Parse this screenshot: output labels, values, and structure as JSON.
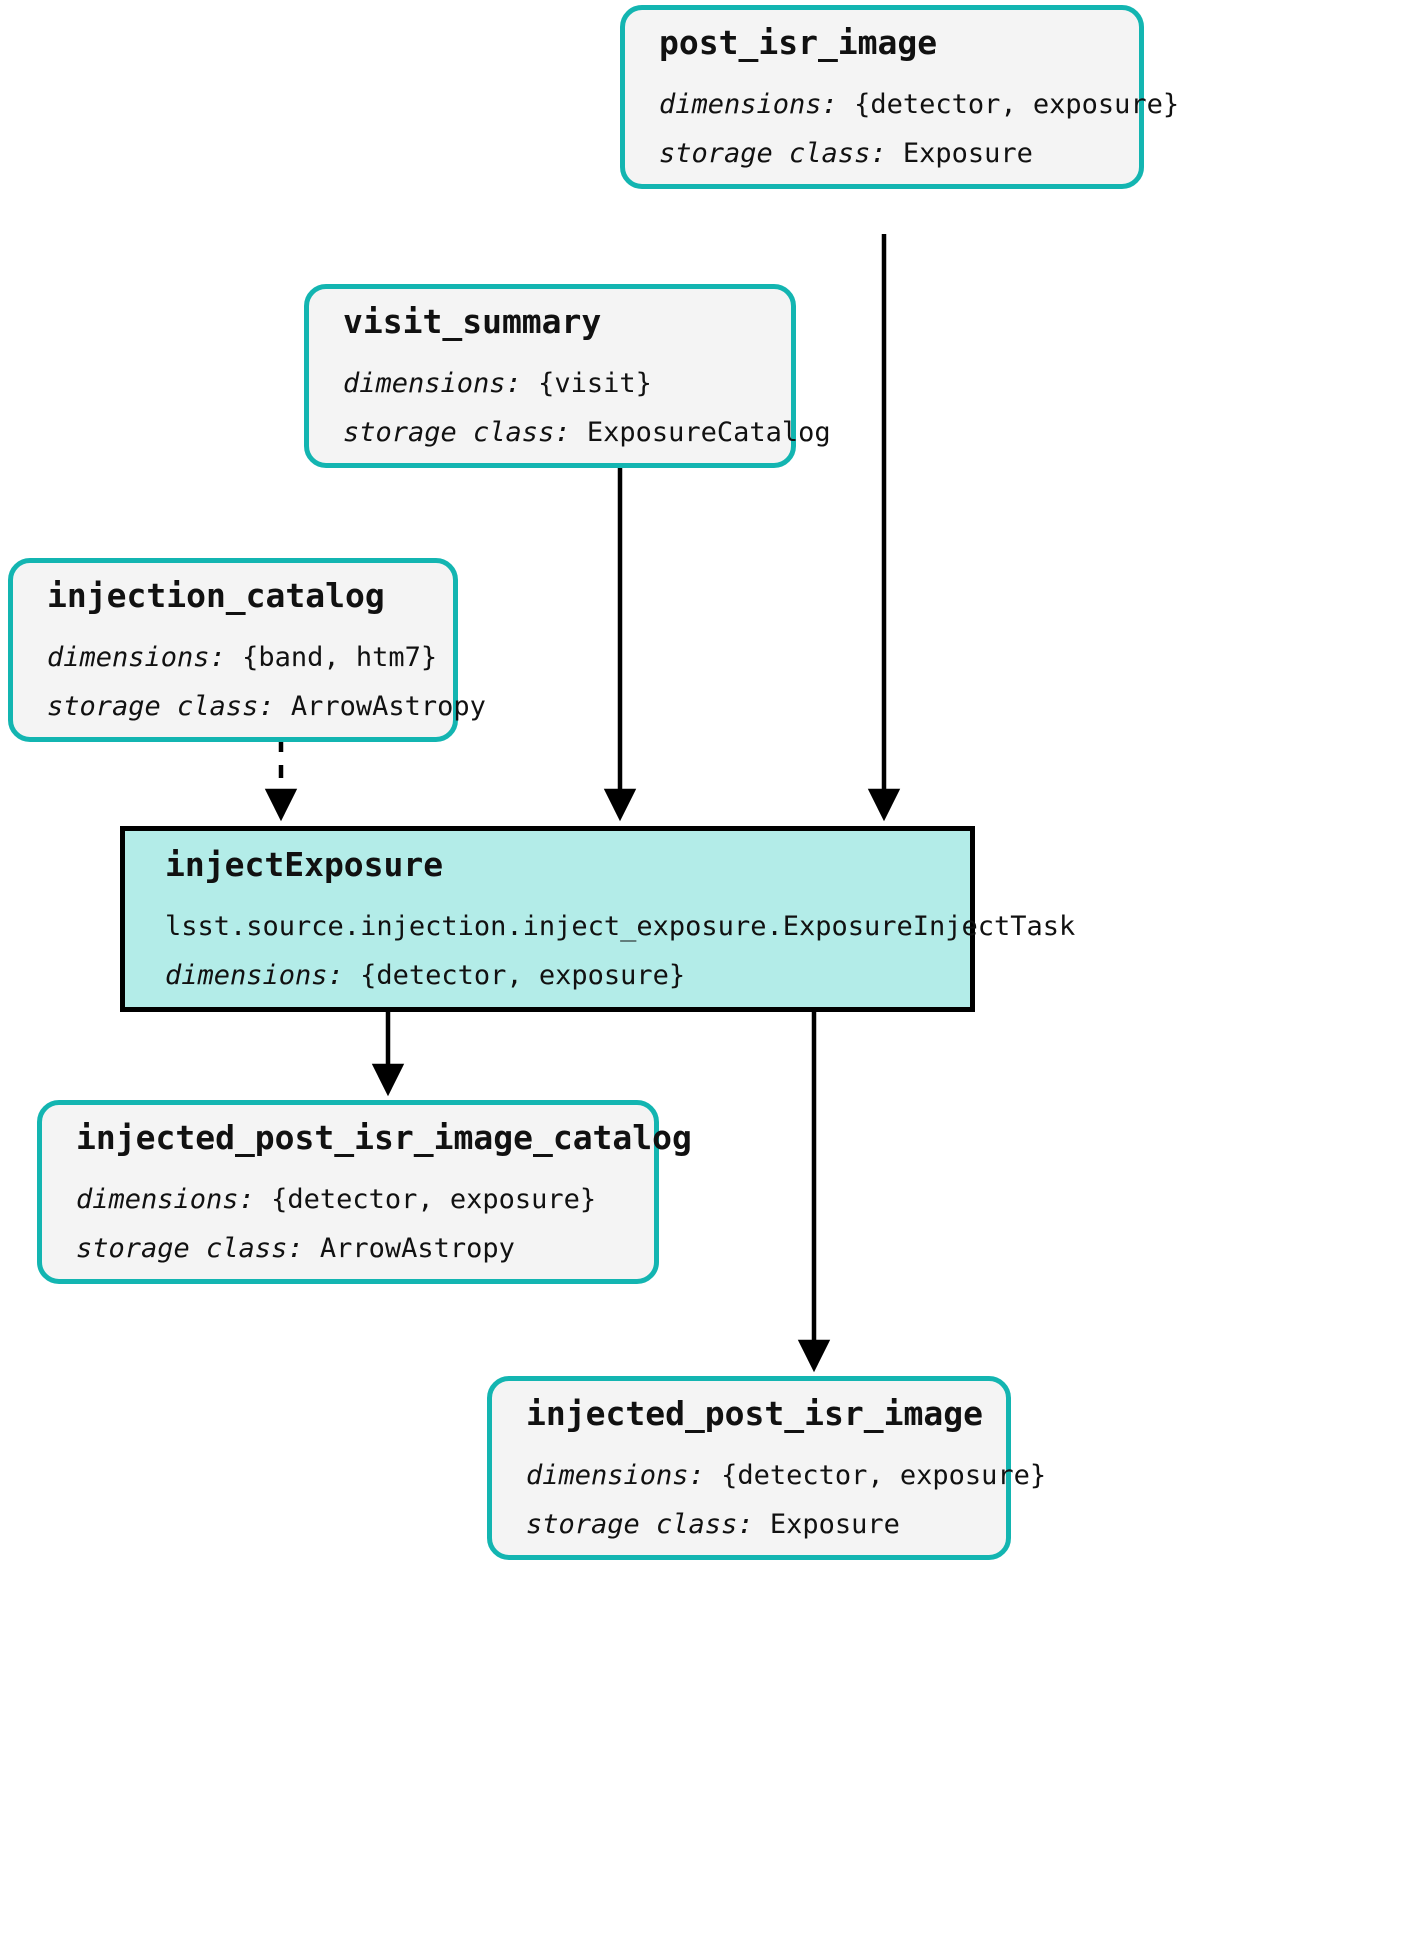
{
  "diagram": {
    "type": "pipeline-dag",
    "accent_color": "#13b5b1",
    "task_fill_color": "#b3ece8",
    "dataset_fill_color": "#f4f4f4",
    "task_border_color": "#000000",
    "edge_color": "#000000"
  },
  "nodes": {
    "post_isr_image": {
      "title": "post_isr_image",
      "dimensions_label": "dimensions:",
      "dimensions_value": "{detector, exposure}",
      "storage_label": "storage class:",
      "storage_value": "Exposure"
    },
    "visit_summary": {
      "title": "visit_summary",
      "dimensions_label": "dimensions:",
      "dimensions_value": "{visit}",
      "storage_label": "storage class:",
      "storage_value": "ExposureCatalog"
    },
    "injection_catalog": {
      "title": "injection_catalog",
      "dimensions_label": "dimensions:",
      "dimensions_value": "{band, htm7}",
      "storage_label": "storage class:",
      "storage_value": "ArrowAstropy"
    },
    "inject_exposure": {
      "title": "injectExposure",
      "class_path": "lsst.source.injection.inject_exposure.ExposureInjectTask",
      "dimensions_label": "dimensions:",
      "dimensions_value": "{detector, exposure}"
    },
    "injected_post_isr_image_catalog": {
      "title": "injected_post_isr_image_catalog",
      "dimensions_label": "dimensions:",
      "dimensions_value": "{detector, exposure}",
      "storage_label": "storage class:",
      "storage_value": "ArrowAstropy"
    },
    "injected_post_isr_image": {
      "title": "injected_post_isr_image",
      "dimensions_label": "dimensions:",
      "dimensions_value": "{detector, exposure}",
      "storage_label": "storage class:",
      "storage_value": "Exposure"
    }
  },
  "edges": [
    {
      "from": "post_isr_image",
      "to": "inject_exposure",
      "style": "solid"
    },
    {
      "from": "visit_summary",
      "to": "inject_exposure",
      "style": "solid"
    },
    {
      "from": "injection_catalog",
      "to": "inject_exposure",
      "style": "dashed"
    },
    {
      "from": "inject_exposure",
      "to": "injected_post_isr_image_catalog",
      "style": "solid"
    },
    {
      "from": "inject_exposure",
      "to": "injected_post_isr_image",
      "style": "solid"
    }
  ]
}
